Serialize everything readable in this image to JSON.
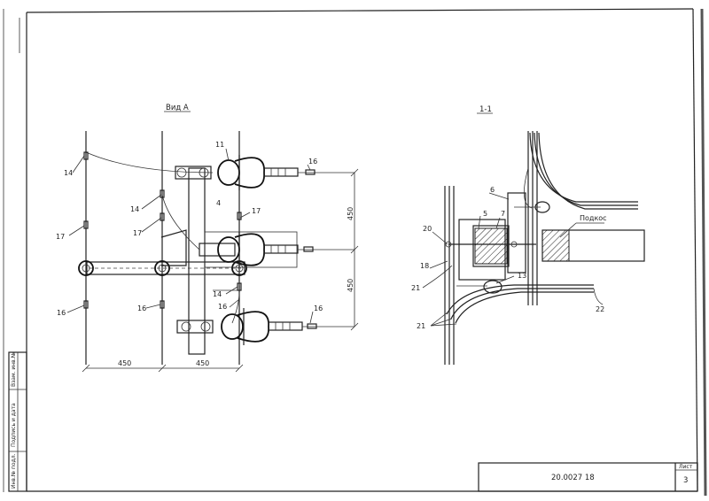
{
  "view_a": {
    "title": "Вид А",
    "labels": {
      "l11": "11",
      "l16a": "16",
      "l14a": "14",
      "l4": "4",
      "l17a": "17",
      "l14b": "14",
      "l17b": "17",
      "l17c": "17",
      "l16b": "16",
      "l16c": "16",
      "l16d": "16",
      "l14c": "14",
      "l16e": "16"
    },
    "dims": {
      "h1": "450",
      "h2": "450",
      "w1": "450",
      "w2": "450"
    }
  },
  "section": {
    "title": "1-1",
    "labels": {
      "l6": "6",
      "l5": "5",
      "l7": "7",
      "l20": "20",
      "l18": "18",
      "l21a": "21",
      "l13": "13",
      "l21b": "21",
      "l22": "22"
    },
    "podkos": "Подкос"
  },
  "side_stamp": {
    "cells": [
      "Взам. инв.№",
      "Подпись и дата",
      "Инв.№ подл."
    ]
  },
  "title_block": {
    "doc_code": "20.0027 18",
    "sheet_label": "Лист",
    "sheet_number": "3"
  }
}
